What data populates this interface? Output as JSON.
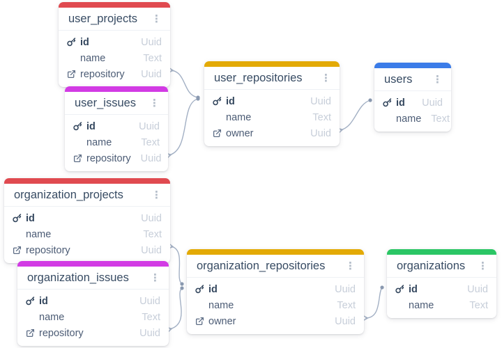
{
  "diagram": {
    "icons": {
      "menu_dots": "⋮"
    },
    "colors": {
      "relation_line": "#a3b0c4",
      "red_accent": "#e04a50",
      "magenta_accent": "#d23be4",
      "gold_accent": "#e3aa06",
      "blue_accent": "#3b7ce8",
      "green_accent": "#2bc665"
    },
    "tables": [
      {
        "name": "user_projects",
        "accent": "#e04a50",
        "fields": [
          {
            "name": "id",
            "type": "Uuid"
          },
          {
            "name": "name",
            "type": "Text"
          },
          {
            "name": "repository",
            "type": "Uuid"
          }
        ]
      },
      {
        "name": "user_issues",
        "accent": "#d23be4",
        "fields": [
          {
            "name": "id",
            "type": "Uuid"
          },
          {
            "name": "name",
            "type": "Text"
          },
          {
            "name": "repository",
            "type": "Uuid"
          }
        ]
      },
      {
        "name": "user_repositories",
        "accent": "#e3aa06",
        "fields": [
          {
            "name": "id",
            "type": "Uuid"
          },
          {
            "name": "name",
            "type": "Text"
          },
          {
            "name": "owner",
            "type": "Uuid"
          }
        ]
      },
      {
        "name": "users",
        "accent": "#3b7ce8",
        "fields": [
          {
            "name": "id",
            "type": "Uuid"
          },
          {
            "name": "name",
            "type": "Text"
          }
        ]
      },
      {
        "name": "organization_projects",
        "accent": "#e04a50",
        "fields": [
          {
            "name": "id",
            "type": "Uuid"
          },
          {
            "name": "name",
            "type": "Text"
          },
          {
            "name": "repository",
            "type": "Uuid"
          }
        ]
      },
      {
        "name": "organization_issues",
        "accent": "#d23be4",
        "fields": [
          {
            "name": "id",
            "type": "Uuid"
          },
          {
            "name": "name",
            "type": "Text"
          },
          {
            "name": "repository",
            "type": "Uuid"
          }
        ]
      },
      {
        "name": "organization_repositories",
        "accent": "#e3aa06",
        "fields": [
          {
            "name": "id",
            "type": "Uuid"
          },
          {
            "name": "name",
            "type": "Text"
          },
          {
            "name": "owner",
            "type": "Uuid"
          }
        ]
      },
      {
        "name": "organizations",
        "accent": "#2bc665",
        "fields": [
          {
            "name": "id",
            "type": "Uuid"
          },
          {
            "name": "name",
            "type": "Text"
          }
        ]
      }
    ],
    "relations": [
      {
        "from": "user_projects.repository",
        "to": "user_repositories.id"
      },
      {
        "from": "user_issues.repository",
        "to": "user_repositories.id"
      },
      {
        "from": "user_repositories.owner",
        "to": "users.id"
      },
      {
        "from": "organization_projects.repository",
        "to": "organization_repositories.id"
      },
      {
        "from": "organization_issues.repository",
        "to": "organization_repositories.id"
      },
      {
        "from": "organization_repositories.owner",
        "to": "organizations.id"
      }
    ]
  }
}
